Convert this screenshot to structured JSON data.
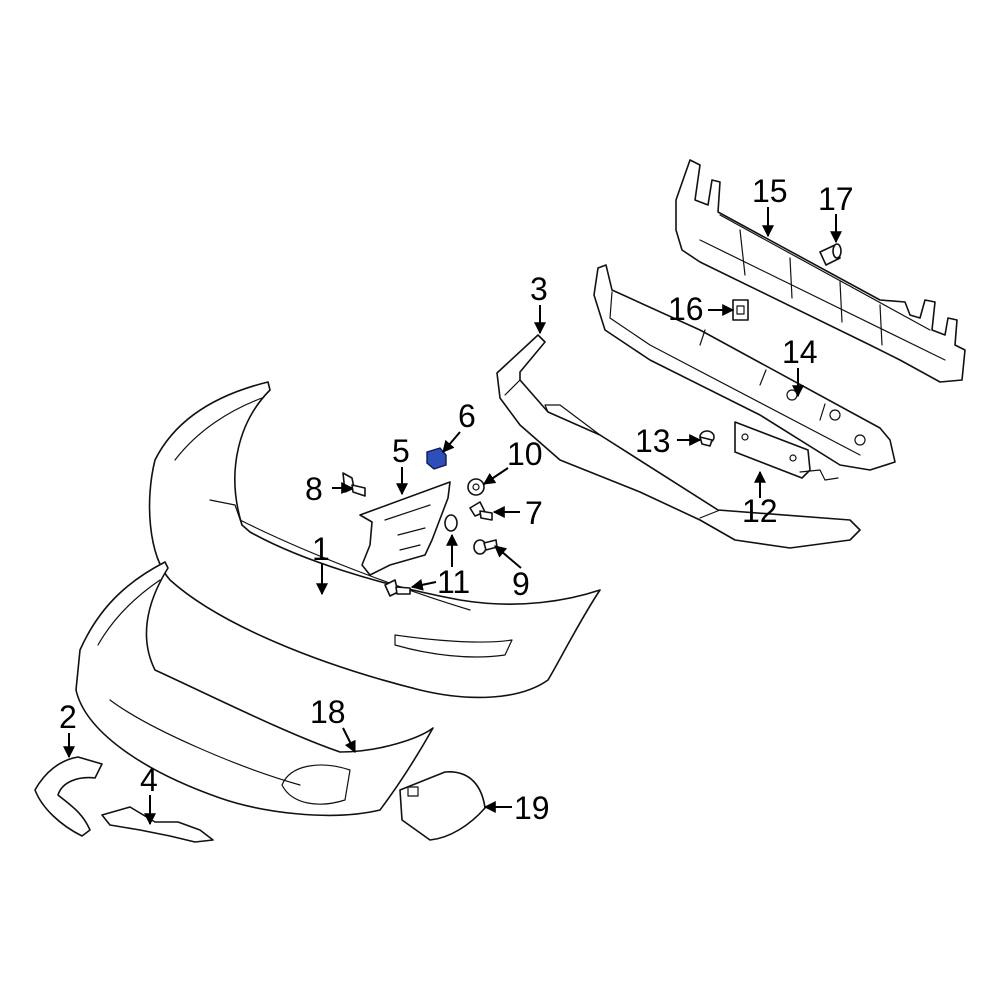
{
  "diagram": {
    "callouts": [
      "1",
      "2",
      "3",
      "4",
      "5",
      "6",
      "7",
      "8",
      "9",
      "10",
      "11",
      "12",
      "13",
      "14",
      "15",
      "16",
      "17",
      "18",
      "19"
    ],
    "highlighted_part": "6",
    "colors": {
      "line": "#111111",
      "fill": "#ffffff",
      "highlight": "#2f4fb8"
    }
  }
}
